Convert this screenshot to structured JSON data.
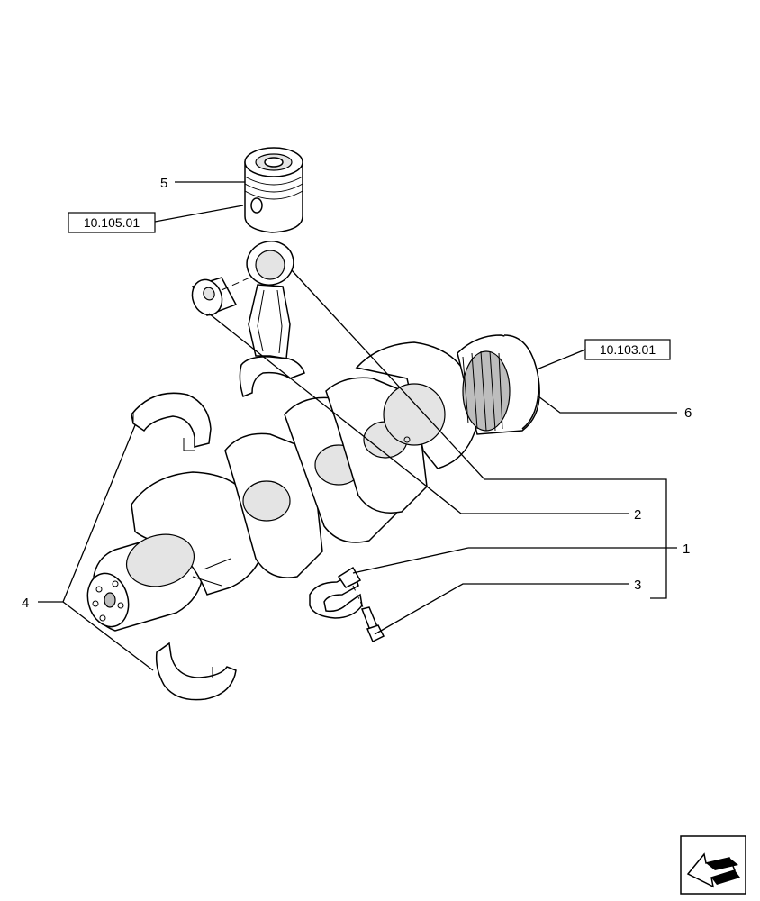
{
  "callouts": {
    "c1": "1",
    "c2": "2",
    "c3": "3",
    "c4": "4",
    "c5": "5",
    "c6": "6"
  },
  "references": {
    "piston_ref": "10.105.01",
    "flywheel_ref": "10.103.01"
  },
  "icons": {
    "nav": "arrow-nav-icon"
  }
}
